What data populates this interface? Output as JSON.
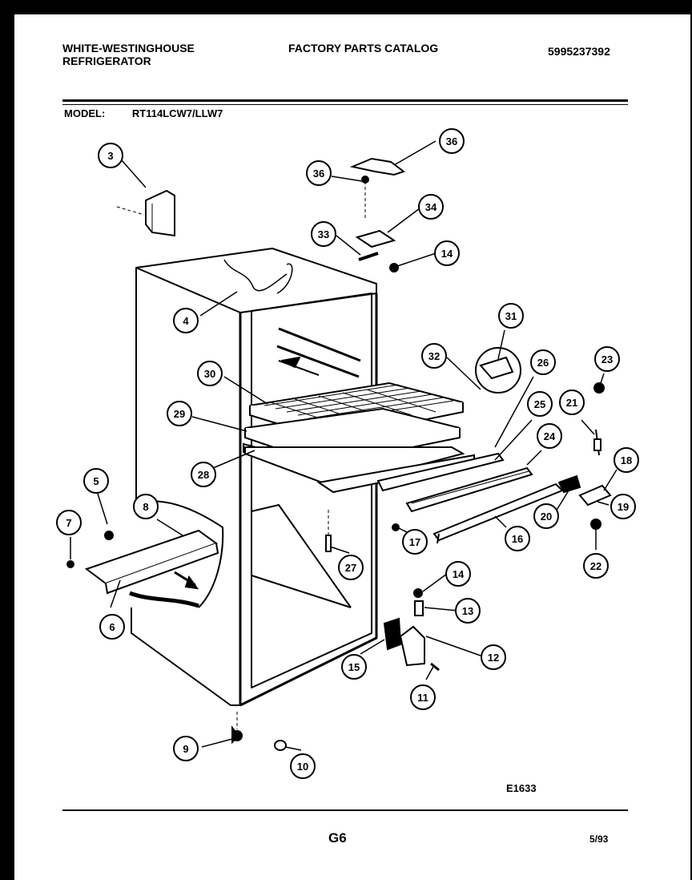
{
  "header": {
    "brand_line1": "WHITE-WESTINGHOUSE",
    "brand_line2": "REFRIGERATOR",
    "catalog_title": "FACTORY PARTS CATALOG",
    "catalog_number": "5995237392"
  },
  "model": {
    "label": "MODEL:",
    "value": "RT114LCW7/LLW7"
  },
  "diagram_code": "E1633",
  "footer": {
    "page": "G6",
    "date": "5/93"
  },
  "callouts": [
    {
      "id": "3",
      "label": "3"
    },
    {
      "id": "36a",
      "label": "36"
    },
    {
      "id": "36b",
      "label": "36"
    },
    {
      "id": "34",
      "label": "34"
    },
    {
      "id": "33",
      "label": "33"
    },
    {
      "id": "14a",
      "label": "14"
    },
    {
      "id": "4",
      "label": "4"
    },
    {
      "id": "31",
      "label": "31"
    },
    {
      "id": "32",
      "label": "32"
    },
    {
      "id": "26",
      "label": "26"
    },
    {
      "id": "23",
      "label": "23"
    },
    {
      "id": "30",
      "label": "30"
    },
    {
      "id": "25",
      "label": "25"
    },
    {
      "id": "21",
      "label": "21"
    },
    {
      "id": "29",
      "label": "29"
    },
    {
      "id": "24",
      "label": "24"
    },
    {
      "id": "18",
      "label": "18"
    },
    {
      "id": "28",
      "label": "28"
    },
    {
      "id": "5",
      "label": "5"
    },
    {
      "id": "8",
      "label": "8"
    },
    {
      "id": "20",
      "label": "20"
    },
    {
      "id": "19",
      "label": "19"
    },
    {
      "id": "7",
      "label": "7"
    },
    {
      "id": "16",
      "label": "16"
    },
    {
      "id": "17",
      "label": "17"
    },
    {
      "id": "22",
      "label": "22"
    },
    {
      "id": "27",
      "label": "27"
    },
    {
      "id": "14b",
      "label": "14"
    },
    {
      "id": "6",
      "label": "6"
    },
    {
      "id": "13",
      "label": "13"
    },
    {
      "id": "12",
      "label": "12"
    },
    {
      "id": "15",
      "label": "15"
    },
    {
      "id": "11",
      "label": "11"
    },
    {
      "id": "9",
      "label": "9"
    },
    {
      "id": "10",
      "label": "10"
    }
  ]
}
